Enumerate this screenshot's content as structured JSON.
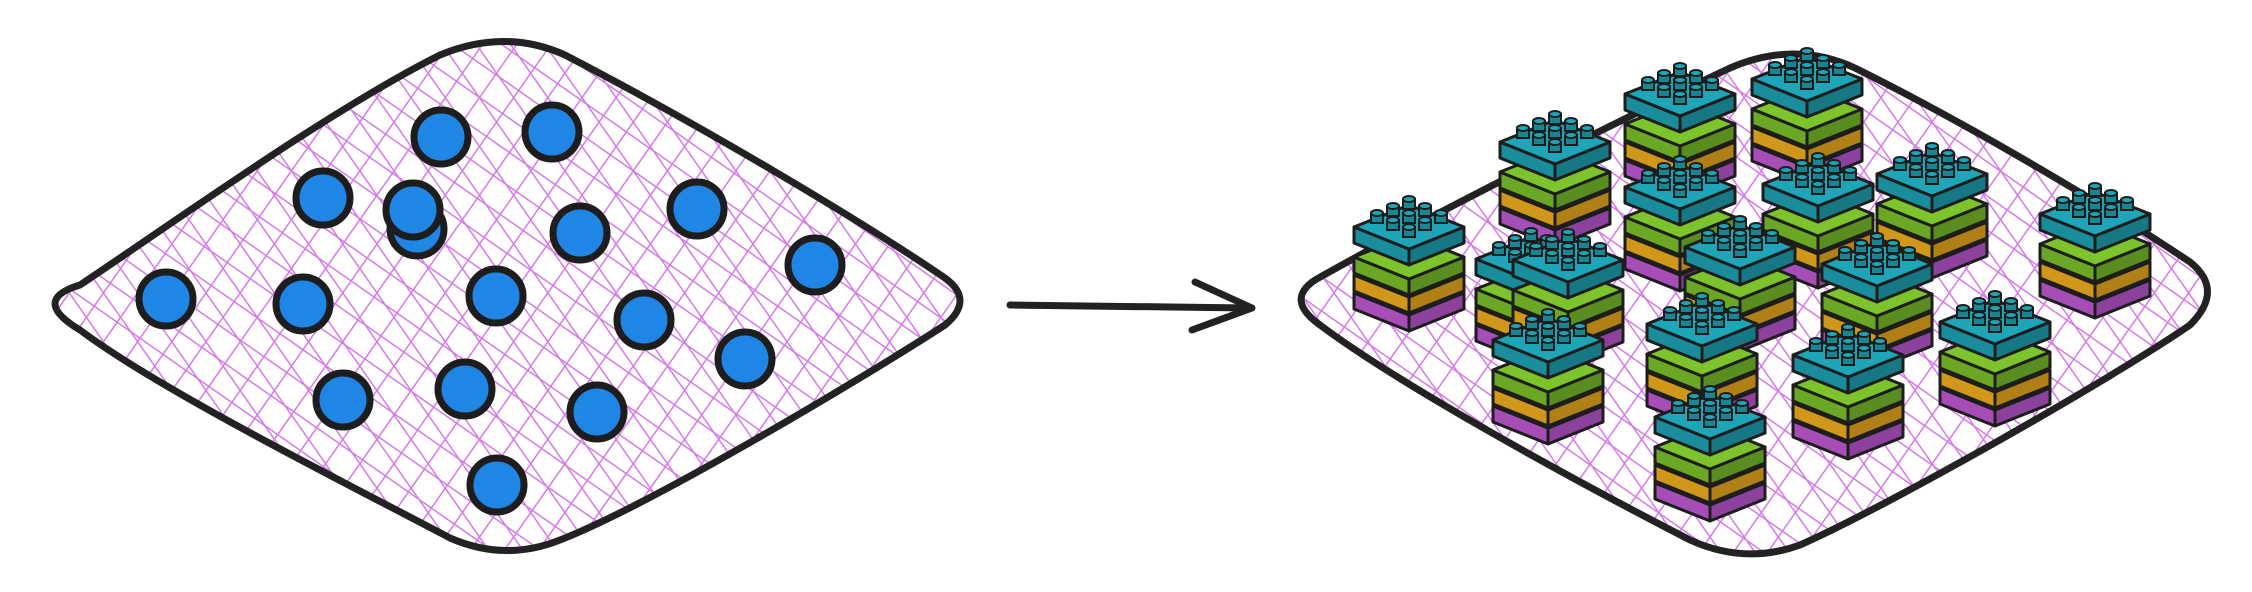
{
  "colors": {
    "background": "#ffffff",
    "grid": "#d57ae8",
    "outline": "#222222",
    "dot_fill": "#1f86e6",
    "dot_stroke": "#1d1d1d",
    "arrow": "#222222",
    "layer_purple": "#c35ad9",
    "layer_orange": "#f5b21f",
    "layer_green": "#7dc42c",
    "layer_teal": "#1ea6b8"
  },
  "left_panel": {
    "description_icon": "flat-plane-with-dots",
    "dot_count": 17
  },
  "arrow": {
    "icon": "right-arrow"
  },
  "right_panel": {
    "description_icon": "plane-with-layered-stacks",
    "stack_count": 17,
    "layer_order": [
      "purple",
      "orange",
      "green",
      "teal"
    ]
  }
}
